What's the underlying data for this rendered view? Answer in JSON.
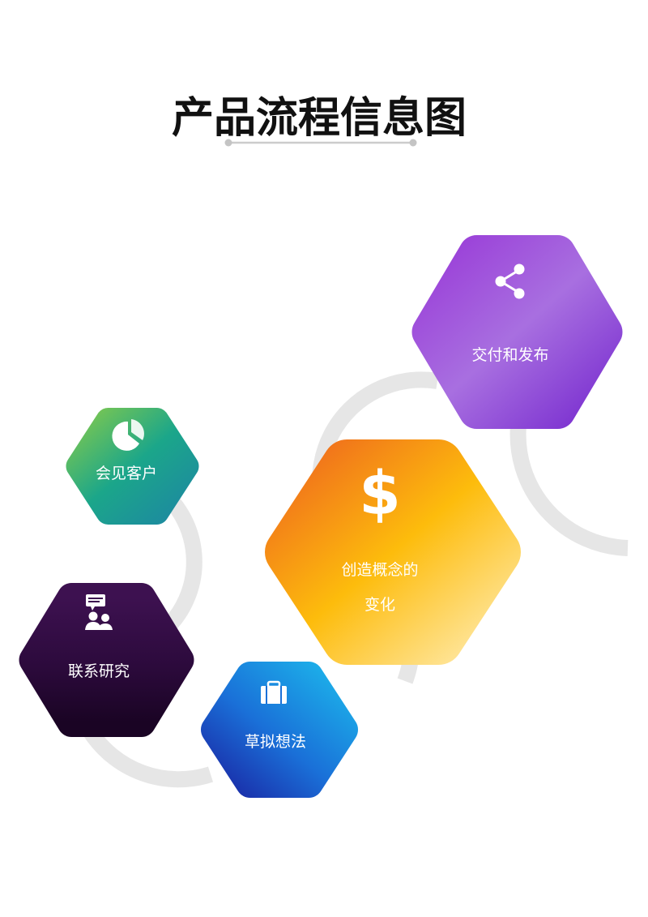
{
  "title": "产品流程信息图",
  "steps": [
    {
      "label": "交付和发布",
      "icon": "share-icon"
    },
    {
      "label": "会见客户",
      "icon": "pie-chart-icon"
    },
    {
      "label_line1": "创造概念的",
      "label_line2": "变化",
      "icon": "dollar-icon"
    },
    {
      "label": "联系研究",
      "icon": "meeting-icon"
    },
    {
      "label": "草拟想法",
      "icon": "briefcase-icon"
    }
  ],
  "colors": {
    "connector": "#e6e6e6",
    "purple": [
      "#9b36d9",
      "#a86ee0",
      "#7a2fd0"
    ],
    "green": [
      "#6cc45a",
      "#18a08a",
      "#1a8d9e"
    ],
    "orange": [
      "#f07a1a",
      "#fdbb0b",
      "#ffe290"
    ],
    "dark_purple": [
      "#3b0f4d",
      "#2a0838",
      "#1a0424"
    ],
    "blue": [
      "#1cb0e8",
      "#1a6fd8",
      "#1a2fae"
    ]
  }
}
